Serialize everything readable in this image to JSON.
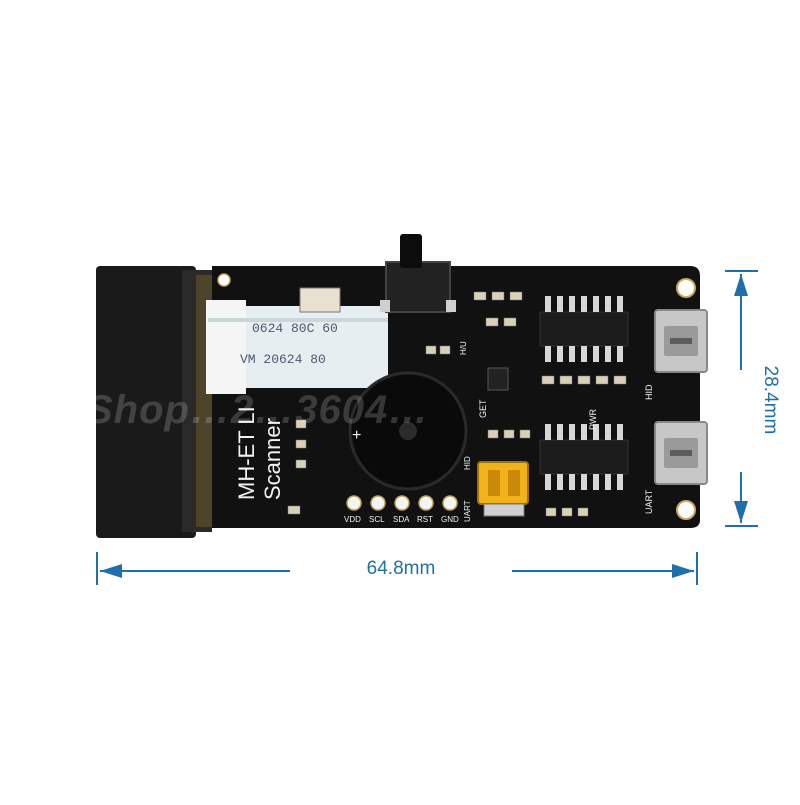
{
  "board": {
    "silkscreen": {
      "title_line1": "MH-ET LI",
      "title_line2": "Scanner",
      "pins": [
        "VDD",
        "SCL",
        "SDA",
        "RST",
        "GND"
      ],
      "mode_labels": [
        "UART",
        "HID"
      ],
      "port_labels": [
        "HID",
        "UART"
      ],
      "status_labels": [
        "GET",
        "PWR"
      ],
      "jumper_label": "H/U",
      "cable_text_1": "0624  80C  60",
      "cable_text_2": "VM  20624  80"
    }
  },
  "dimensions": {
    "width_label": "64.8mm",
    "height_label": "28.4mm"
  },
  "watermark_text": "Shop…2…3604…",
  "colors": {
    "pcb": "#111111",
    "dimension": "#1f6fa8",
    "jumper": "#f2b21b",
    "cable": "#e7eef1"
  }
}
